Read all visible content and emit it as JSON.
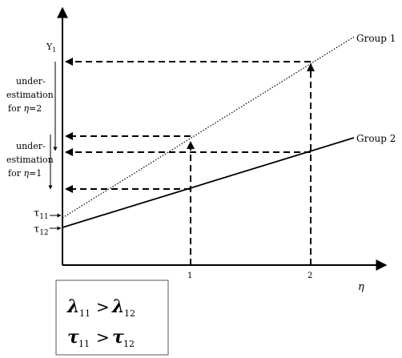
{
  "axes": {
    "y_label": "Y",
    "y_sub": "1",
    "x_label": "η"
  },
  "x_ticks": [
    "1",
    "2"
  ],
  "lines": {
    "group1": "Group 1",
    "group2": "Group 2"
  },
  "intercepts": {
    "tau11_sym": "τ",
    "tau11_sub": "11",
    "tau12_sym": "τ",
    "tau12_sub": "12"
  },
  "annotations": {
    "eta2": {
      "l1": "under-",
      "l2": "estimation",
      "l3a": "for ",
      "l3b": "η",
      "l3c": "=2"
    },
    "eta1": {
      "l1": "under-",
      "l2": "estimation",
      "l3a": "for ",
      "l3b": "η",
      "l3c": "=1"
    }
  },
  "legend_box": {
    "lambda_a": "λ",
    "lambda_a_sub": "11",
    "gt1": ">",
    "lambda_b": "λ",
    "lambda_b_sub": "12",
    "tau_a": "τ",
    "tau_a_sub": "11",
    "gt2": ">",
    "tau_b": "τ",
    "tau_b_sub": "12"
  }
}
